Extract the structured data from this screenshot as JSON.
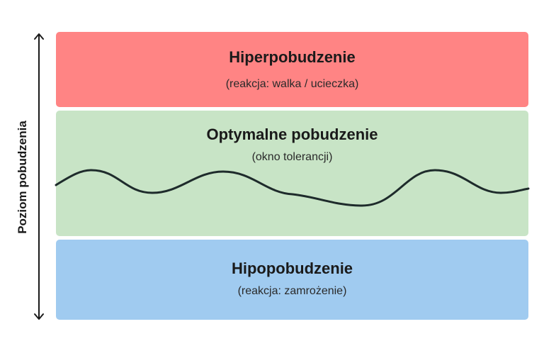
{
  "axis": {
    "label": "Poziom pobudzenia"
  },
  "zones": {
    "hyper": {
      "title": "Hiperpobudzenie",
      "subtitle": "(reakcja: walka / ucieczka)",
      "color": "#FF8484"
    },
    "optimal": {
      "title": "Optymalne pobudzenie",
      "subtitle": "(okno tolerancji)",
      "color": "#C8E4C6"
    },
    "hypo": {
      "title": "Hipopobudzenie",
      "subtitle": "(reakcja: zamrożenie)",
      "color": "#A0CBF0"
    }
  },
  "colors": {
    "wave": "#1e2b2b",
    "axis": "#1a1a1a"
  },
  "icons": {
    "axis": "double-headed-vertical-arrow"
  }
}
